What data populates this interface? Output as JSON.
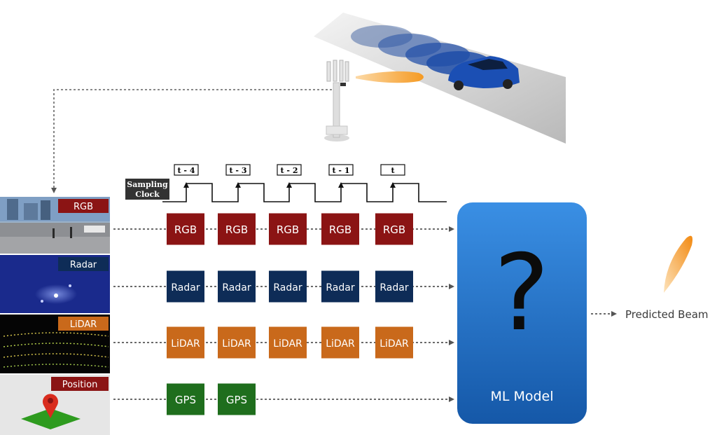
{
  "clock": {
    "label_line1": "Sampling",
    "label_line2": "Clock",
    "time_labels": [
      "t - 4",
      "t - 3",
      "t - 2",
      "t - 1",
      "t"
    ]
  },
  "sensors": [
    {
      "label": "RGB",
      "color": "#8b1414"
    },
    {
      "label": "Radar",
      "color": "#0e2c57"
    },
    {
      "label": "LiDAR",
      "color": "#c9691b"
    },
    {
      "label": "Position",
      "color": "#8b1414"
    }
  ],
  "streams": [
    {
      "block_label": "RGB",
      "color": "#8b1414",
      "count": 5
    },
    {
      "block_label": "Radar",
      "color": "#0e2c57",
      "count": 5
    },
    {
      "block_label": "LiDAR",
      "color": "#c9691b",
      "count": 5
    },
    {
      "block_label": "GPS",
      "color": "#1f6e1d",
      "count": 2
    }
  ],
  "model": {
    "symbol": "?",
    "label": "ML Model",
    "color": "#1e6ec8"
  },
  "output": {
    "label": "Predicted Beam",
    "beam_color": "#f59a23"
  }
}
